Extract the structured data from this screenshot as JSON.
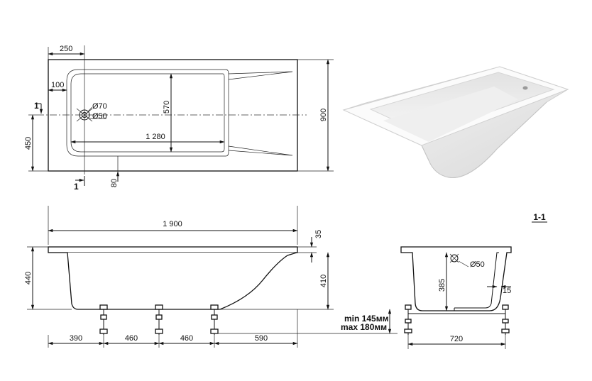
{
  "plan": {
    "dim_top_left": "250",
    "dim_inner_offset": "100",
    "dim_drain_outer": "Ø70",
    "dim_drain_inner": "Ø50",
    "dim_inner_height": "570",
    "dim_inner_length": "1 280",
    "dim_half_width": "450",
    "dim_total_width": "900",
    "dim_rim": "80",
    "section_mark": "1"
  },
  "elevation": {
    "dim_total_length": "1 900",
    "dim_rim_thickness": "35",
    "dim_total_height": "440",
    "dim_body_height": "410",
    "legs": [
      "390",
      "460",
      "460",
      "590"
    ]
  },
  "section": {
    "title": "1-1",
    "dim_depth": "385",
    "dim_drain": "Ø50",
    "dim_wall": "15",
    "dim_width": "720",
    "leg_min": "min 145мм",
    "leg_max": "max 180мм"
  }
}
